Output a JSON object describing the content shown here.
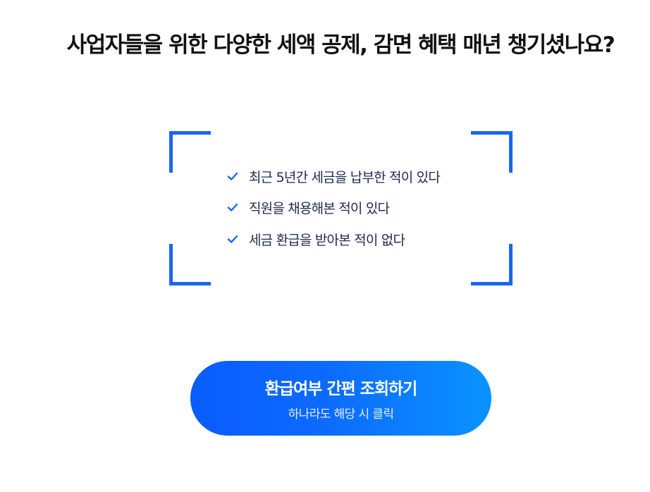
{
  "headline": "사업자들을 위한 다양한 세액 공제, 감면 혜택 매년 챙기셨나요?",
  "colors": {
    "accent": "#1a66f0",
    "check": "#1a66f0",
    "button_gradient_start": "#0a5cff",
    "button_gradient_end": "#0a93ff",
    "text_dark": "#1d2a4d"
  },
  "checklist": {
    "icon": "check-icon",
    "items": [
      {
        "label": "최근 5년간 세금을 납부한 적이 있다"
      },
      {
        "label": "직원을 채용해본 적이 있다"
      },
      {
        "label": "세금 환급을 받아본 적이 없다"
      }
    ]
  },
  "cta": {
    "title": "환급여부 간편 조회하기",
    "subtitle": "하나라도 해당 시 클릭"
  }
}
